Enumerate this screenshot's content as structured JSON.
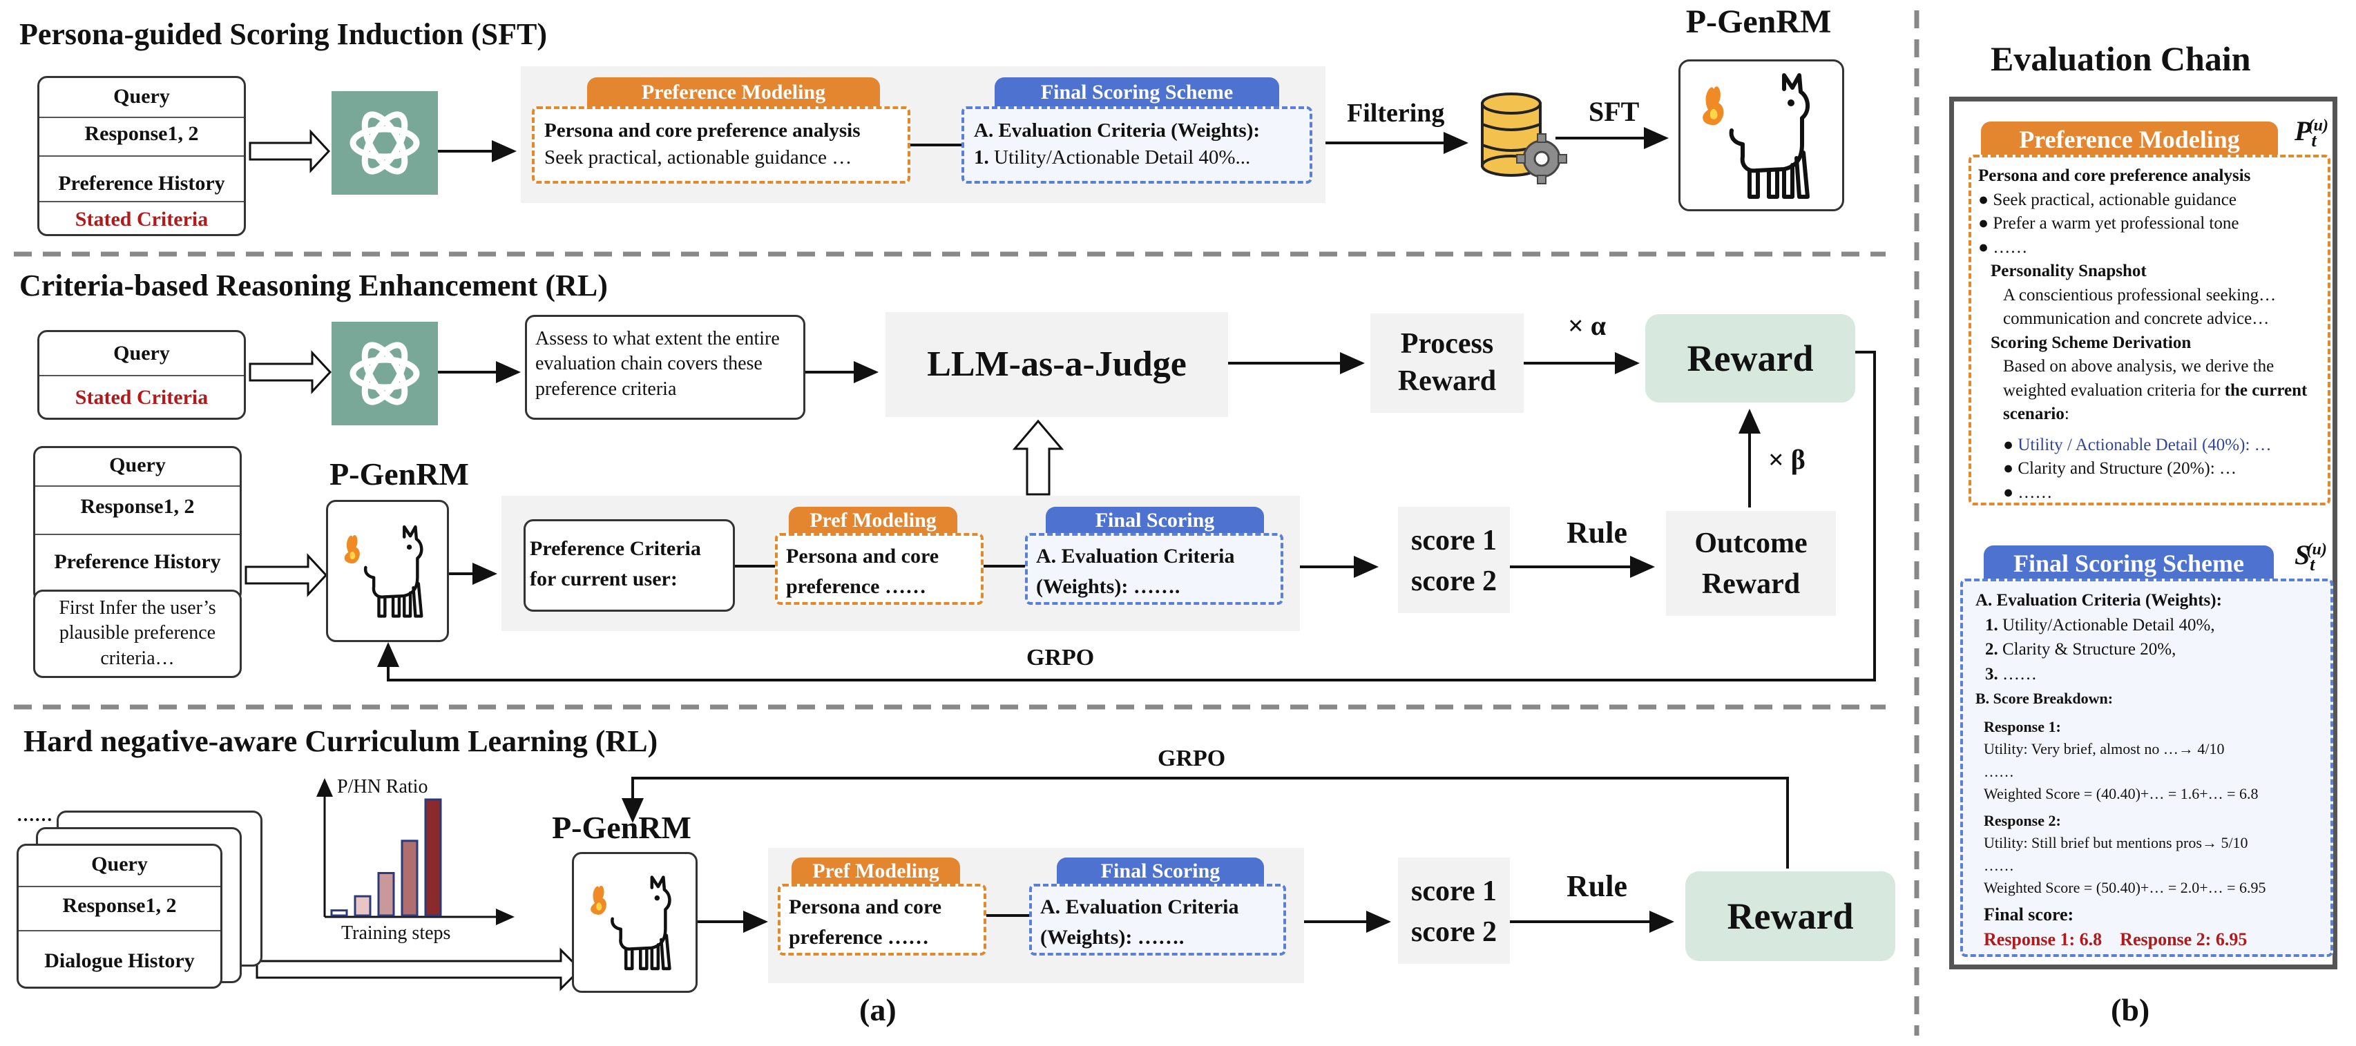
{
  "sft": {
    "title": "Persona-guided Scoring Induction (SFT)",
    "stack": [
      "Query",
      "Response1, 2",
      "Preference History",
      "Stated Criteria"
    ],
    "pref_tab": "Preference Modeling",
    "pref_line1": "Persona and core preference analysis",
    "pref_line2": "Seek practical, actionable guidance …",
    "final_tab": "Final Scoring Scheme",
    "final_line1": "A. Evaluation Criteria (Weights):",
    "final_line2_num": "1.",
    "final_line2": "Utility/Actionable Detail 40%...",
    "filtering": "Filtering",
    "sft_label": "SFT",
    "model_name": "P-GenRM"
  },
  "rl": {
    "title": "Criteria-based Reasoning Enhancement (RL)",
    "stack_top": [
      "Query",
      "Stated Criteria"
    ],
    "assess_text": "Assess to what extent the entire evaluation chain covers these preference criteria",
    "judge": "LLM-as-a-Judge",
    "process_reward": "Process Reward",
    "alpha": "× α",
    "reward": "Reward",
    "beta": "× β",
    "stack_bottom": [
      "Query",
      "Response1, 2",
      "Preference History"
    ],
    "infer_text": "First Infer the user’s plausible preference criteria…",
    "model_name": "P-GenRM",
    "pref_criteria": "Preference Criteria for current user:",
    "pref_tab": "Pref Modeling",
    "pref_text": "Persona and core preference ……",
    "final_tab": "Final Scoring",
    "final_text": "A. Evaluation Criteria (Weights): …….",
    "scores": [
      "score 1",
      "score 2"
    ],
    "rule": "Rule",
    "outcome_reward": "Outcome Reward",
    "grpo": "GRPO"
  },
  "cl": {
    "title": "Hard negative-aware Curriculum Learning (RL)",
    "dots": "……",
    "stack": [
      "Query",
      "Response1, 2",
      "Dialogue History"
    ],
    "chart_ylabel": "P/HN Ratio",
    "chart_xlabel": "Training  steps",
    "model_name": "P-GenRM",
    "pref_tab": "Pref Modeling",
    "pref_text": "Persona and core preference ……",
    "final_tab": "Final Scoring",
    "final_text": "A. Evaluation Criteria (Weights): …….",
    "scores": [
      "score 1",
      "score 2"
    ],
    "rule": "Rule",
    "reward": "Reward",
    "grpo": "GRPO"
  },
  "chart_data": {
    "type": "bar",
    "categories": [
      "",
      "",
      "",
      "",
      ""
    ],
    "values": [
      1,
      2,
      3,
      4,
      5
    ],
    "title": "",
    "xlabel": "Training  steps",
    "ylabel": "P/HN Ratio",
    "colors": [
      "#ffffff",
      "#e8c6c6",
      "#c99898",
      "#b06f6f",
      "#8a2a2a"
    ]
  },
  "panel_labels": {
    "a": "(a)",
    "b": "(b)"
  },
  "chain": {
    "title": "Evaluation Chain",
    "pref_tab": "Preference Modeling",
    "p_sym": "P",
    "s_sym": "S",
    "sub_t": "t",
    "sup_u": "(u)",
    "persona_head": "Persona and core preference analysis",
    "bullets": [
      "Seek practical, actionable guidance",
      "Prefer a warm yet professional tone",
      "……"
    ],
    "snapshot_head": "Personality Snapshot",
    "snapshot_text": "A conscientious professional seeking… communication and concrete advice…",
    "derivation_head": "Scoring Scheme Derivation",
    "derivation_text_a": "Based on above analysis, we derive the weighted evaluation criteria for ",
    "derivation_bold": "the current scenario",
    "derivation_colon": ":",
    "crit_items": [
      "Utility / Actionable Detail (40%): …",
      "Clarity and Structure (20%): …",
      "……"
    ],
    "final_tab": "Final Scoring Scheme",
    "eval_head": "A. Evaluation Criteria (Weights):",
    "eval_items": [
      {
        "num": "1.",
        "text": "Utility/Actionable Detail 40%,"
      },
      {
        "num": "2.",
        "text": "Clarity & Structure 20%,"
      },
      {
        "num": "3.",
        "text": "……"
      }
    ],
    "breakdown_head": "B. Score Breakdown:",
    "resp1_head": "Response 1:",
    "resp1_line": "Utility: Very brief, almost no …→ 4/10",
    "resp1_dots": "……",
    "resp1_weighted": "Weighted Score = (40.40)+… = 1.6+… = 6.8",
    "resp2_head": "Response 2:",
    "resp2_line": "Utility: Still brief but mentions pros→ 5/10",
    "resp2_dots": "……",
    "resp2_weighted": "Weighted Score = (50.40)+… = 2.0+… = 6.95",
    "final_score_head": "Final score:",
    "final_r1": "Response 1: 6.8",
    "final_r2": "Response 2: 6.95"
  }
}
